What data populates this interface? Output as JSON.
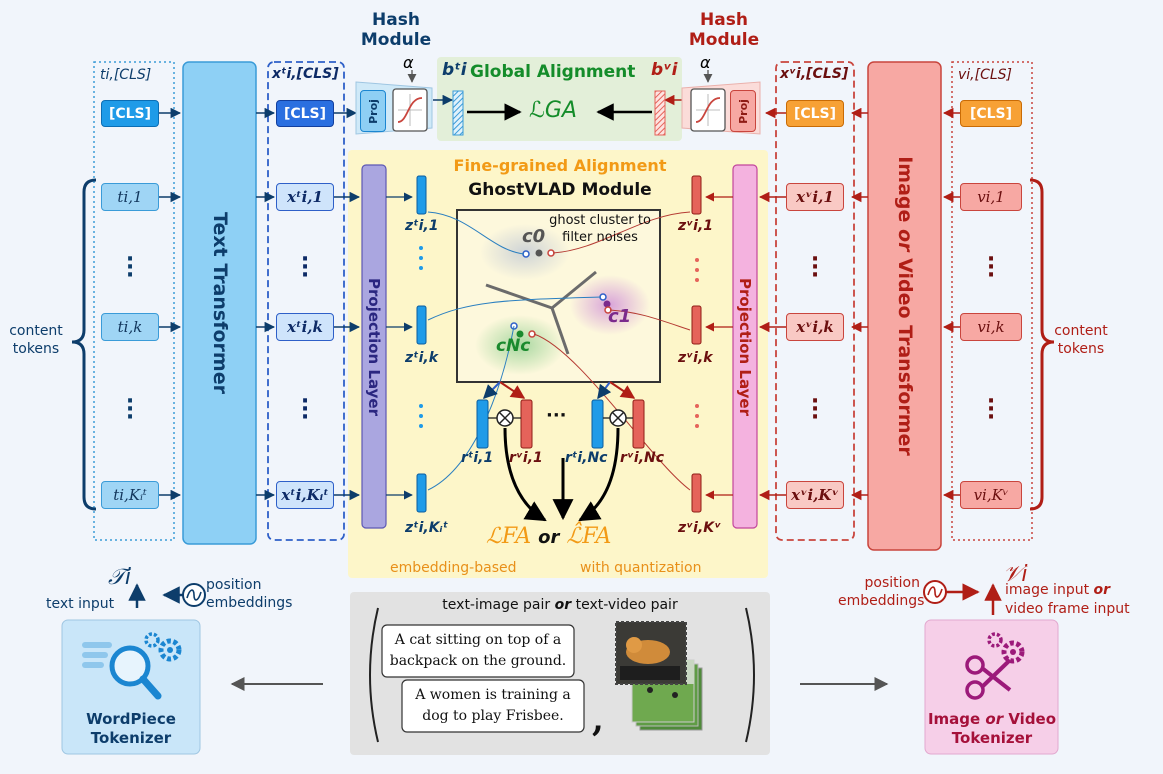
{
  "hash_module_left": {
    "line1": "Hash",
    "line2": "Module"
  },
  "hash_module_right": {
    "line1": "Hash",
    "line2": "Module"
  },
  "global_alignment": "Global Alignment",
  "loss_ga": "ℒGA",
  "alpha": "α",
  "proj": "Proj",
  "cls": "[CLS]",
  "text_side": {
    "cls_label": "ti,[CLS]",
    "tokens": [
      "ti,1",
      "ti,k",
      "ti,Kᵢᵗ"
    ],
    "feat_cls_label": "xᵗi,[CLS]",
    "feats": [
      "xᵗi,1",
      "xᵗi,k",
      "xᵗi,Kᵢᵗ"
    ],
    "transformer": "Text Transformer",
    "projection": "Projection Layer",
    "z": [
      "zᵗi,1",
      "zᵗi,k",
      "zᵗi,Kᵢᵗ"
    ],
    "hash_code": "bᵗi",
    "content_tokens": [
      "content",
      "tokens"
    ],
    "input_symbol": "𝒯i",
    "input_label": "text input",
    "pos_embed": [
      "position",
      "embeddings"
    ],
    "tokenizer": [
      "WordPiece",
      "Tokenizer"
    ]
  },
  "visual_side": {
    "cls_label": "vi,[CLS]",
    "tokens": [
      "vi,1",
      "vi,k",
      "vi,Kᵛ"
    ],
    "feat_cls_label": "xᵛi,[CLS]",
    "feats": [
      "xᵛi,1",
      "xᵛi,k",
      "xᵛi,Kᵛ"
    ],
    "transformer_part1": "Image ",
    "transformer_or": "or",
    "transformer_part2": " Video Transformer",
    "projection": "Projection Layer",
    "z": [
      "zᵛi,1",
      "zᵛi,k",
      "zᵛi,Kᵛ"
    ],
    "hash_code": "bᵛi",
    "content_tokens": [
      "content",
      "tokens"
    ],
    "input_symbol": "𝒱i",
    "input_label_1a": "image input ",
    "input_label_1b": "or",
    "input_label_2": "video frame input",
    "pos_embed": [
      "position",
      "embeddings"
    ],
    "tokenizer_1a": "Image ",
    "tokenizer_1b": "or",
    "tokenizer_1c": " Video",
    "tokenizer_2": "Tokenizer"
  },
  "fine_grained": {
    "title": "Fine-grained Alignment",
    "module": "GhostVLAD Module",
    "ghost_note": [
      "ghost cluster to",
      "filter noises"
    ],
    "c0": "c0",
    "c1": "c1",
    "cN": "cNc",
    "r": [
      "rᵗi,1",
      "rᵛi,1",
      "rᵗi,Nc",
      "rᵛi,Nc"
    ],
    "ellipsis": "···",
    "loss_fa": "ℒFA",
    "loss_or": "or",
    "loss_fa_hat": "ℒ̂FA",
    "embedding_based": "embedding-based",
    "with_quantization": "with quantization"
  },
  "pair_panel": {
    "title_a": "text-image pair ",
    "title_or": "or",
    "title_b": " text-video pair",
    "caption1": [
      "A cat sitting on top of a",
      "backpack on the ground."
    ],
    "caption2": [
      "A women is training a",
      "dog to play Frisbee."
    ],
    "comma": ","
  },
  "colors": {
    "text_accent": "#1f9be8",
    "visual_accent": "#e5635a",
    "global_green": "#148c2a",
    "fine_orange": "#f29a16",
    "text_dark": "#0d3d6b",
    "visual_dark": "#b01e16"
  },
  "icons": [
    "search-magnifier-gear-icon",
    "scissors-gear-icon",
    "sine-wave-icon",
    "sigmoid-icon",
    "otimes-icon",
    "cat-photo-icon",
    "frisbee-photo-icon"
  ]
}
